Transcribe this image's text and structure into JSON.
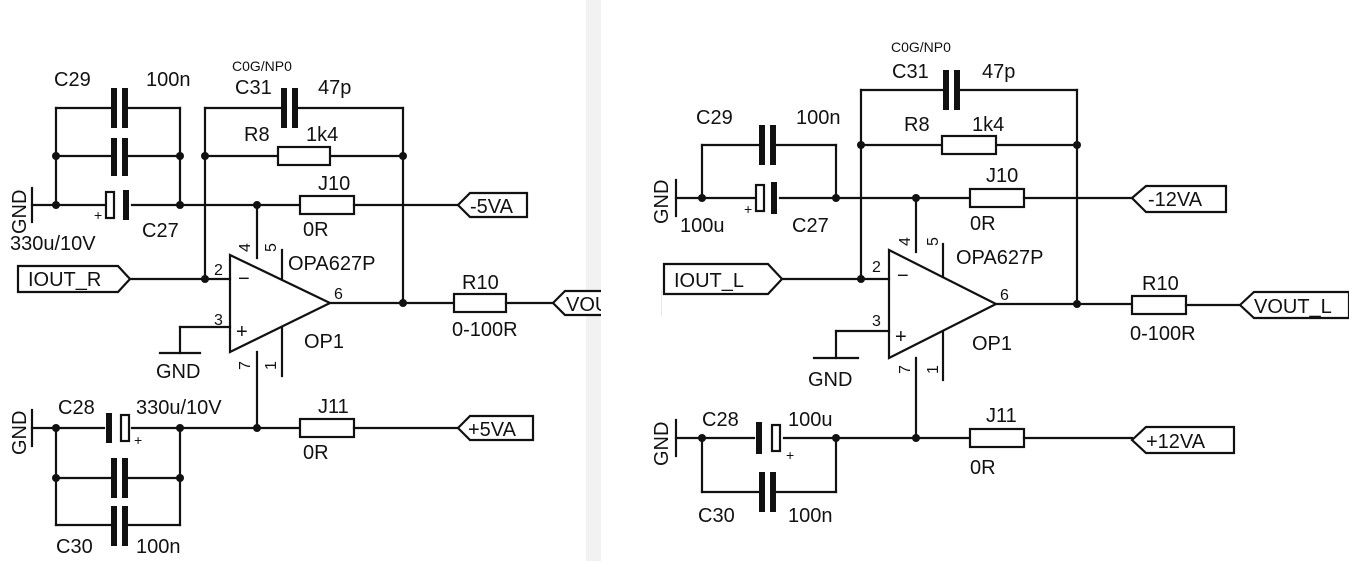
{
  "left": {
    "net_in": "IOUT_R",
    "net_neg": "-5VA",
    "net_pos": "+5VA",
    "net_out": "VOUT_R",
    "gnd_top": "GND",
    "gnd_bot": "GND",
    "gnd_opamp": "GND",
    "c29": "C29",
    "c29_val": "100n",
    "c27": "C27",
    "c27_val": "330u/10V",
    "c31": "C31",
    "c31_val": "47p",
    "c31_type": "C0G/NP0",
    "r8": "R8",
    "r8_val": "1k4",
    "j10": "J10",
    "j10_val": "0R",
    "j11": "J11",
    "j11_val": "0R",
    "r10": "R10",
    "r10_val": "0-100R",
    "c28": "C28",
    "c28_val": "330u/10V",
    "c30": "C30",
    "c30_val": "100n",
    "op_part": "OPA627P",
    "op_ref": "OP1",
    "pins": {
      "p1": "1",
      "p2": "2",
      "p3": "3",
      "p4": "4",
      "p5": "5",
      "p6": "6",
      "p7": "7"
    },
    "plus": "+"
  },
  "right": {
    "net_in": "IOUT_L",
    "net_neg": "-12VA",
    "net_pos": "+12VA",
    "net_out": "VOUT_L",
    "gnd_top": "GND",
    "gnd_bot": "GND",
    "gnd_opamp": "GND",
    "c29": "C29",
    "c29_val": "100n",
    "c27": "C27",
    "c27_val": "100u",
    "c31": "C31",
    "c31_val": "47p",
    "c31_type": "C0G/NP0",
    "r8": "R8",
    "r8_val": "1k4",
    "j10": "J10",
    "j10_val": "0R",
    "j11": "J11",
    "j11_val": "0R",
    "r10": "R10",
    "r10_val": "0-100R",
    "c28": "C28",
    "c28_val": "100u",
    "c30": "C30",
    "c30_val": "100n",
    "op_part": "OPA627P",
    "op_ref": "OP1",
    "pins": {
      "p1": "1",
      "p2": "2",
      "p3": "3",
      "p4": "4",
      "p5": "5",
      "p6": "6",
      "p7": "7"
    },
    "plus": "+"
  },
  "colors": {
    "ink": "#111111",
    "paper_left": "#ffffff",
    "gutter": "#ececec"
  }
}
